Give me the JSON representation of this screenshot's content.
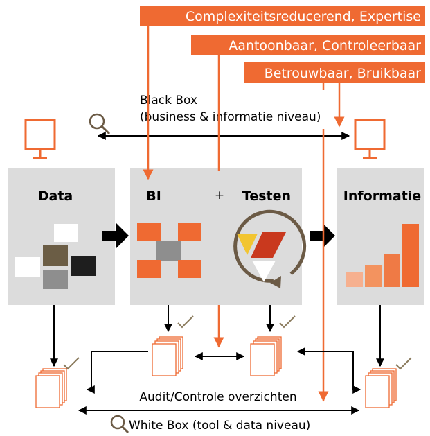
{
  "banners": {
    "expertise": "Complexiteitsreducerend, Expertise",
    "controleerbaar": "Aantoonbaar, Controleerbaar",
    "bruikbaar": "Betrouwbaar, Bruikbaar"
  },
  "blackbox": {
    "line1": "Black Box",
    "line2": "(business & informatie niveau)"
  },
  "panels": {
    "data": "Data",
    "bi": "BI",
    "plus": "+",
    "testen": "Testen",
    "informatie": "Informatie"
  },
  "audit_label": "Audit/Controle overzichten",
  "whitebox_label": "White Box (tool & data niveau)",
  "colors": {
    "accent": "#ef6a32",
    "panel": "#dcdcdc",
    "dark_arrow": "#000000",
    "ring": "#6b5a45"
  },
  "icons": [
    "monitor-icon",
    "magnifier-icon",
    "document-stack-icon",
    "checkmark-icon"
  ]
}
